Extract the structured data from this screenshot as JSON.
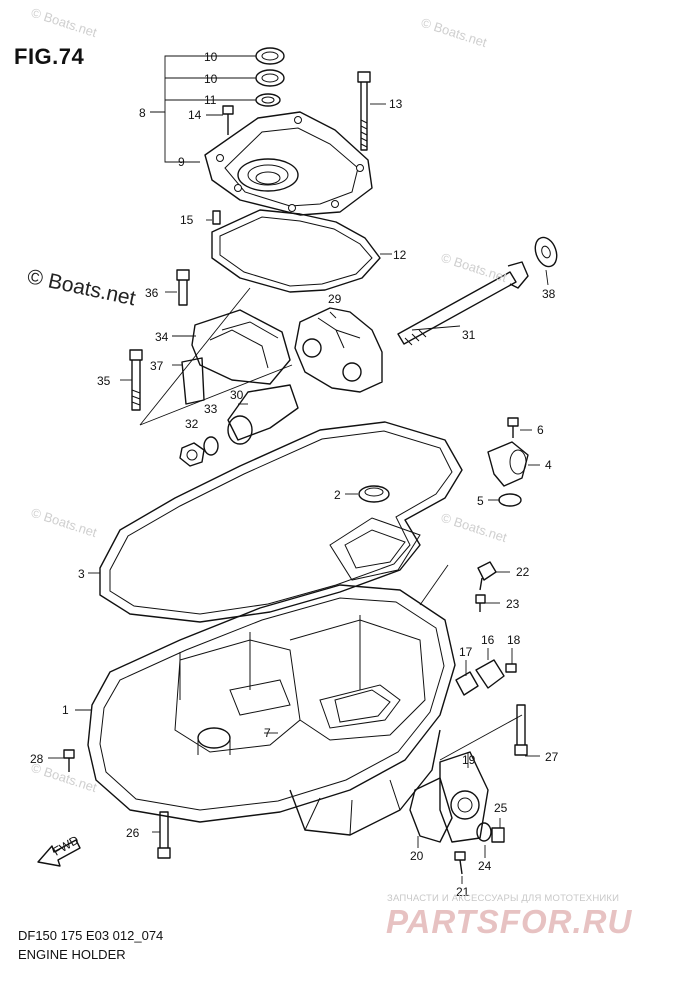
{
  "figure": {
    "title": "FIG.74"
  },
  "watermarks": {
    "primary": "© Boats.net",
    "faint": "© Boats.net"
  },
  "footer": {
    "code": "DF150 175 E03 012_074",
    "caption": "ENGINE HOLDER"
  },
  "brand": {
    "tagline": "ЗАПЧАСТИ И АКСЕССУАРЫ ДЛЯ МОТОТЕХНИКИ",
    "logo": "PARTSFOR.RU"
  },
  "fwd_marker": "FWD",
  "part_numbers": [
    "1",
    "2",
    "3",
    "4",
    "5",
    "6",
    "7",
    "8",
    "9",
    "10",
    "10",
    "11",
    "12",
    "13",
    "14",
    "15",
    "16",
    "17",
    "18",
    "19",
    "20",
    "21",
    "22",
    "23",
    "24",
    "25",
    "26",
    "27",
    "28",
    "29",
    "30",
    "31",
    "32",
    "33",
    "34",
    "35",
    "36",
    "37",
    "38"
  ]
}
